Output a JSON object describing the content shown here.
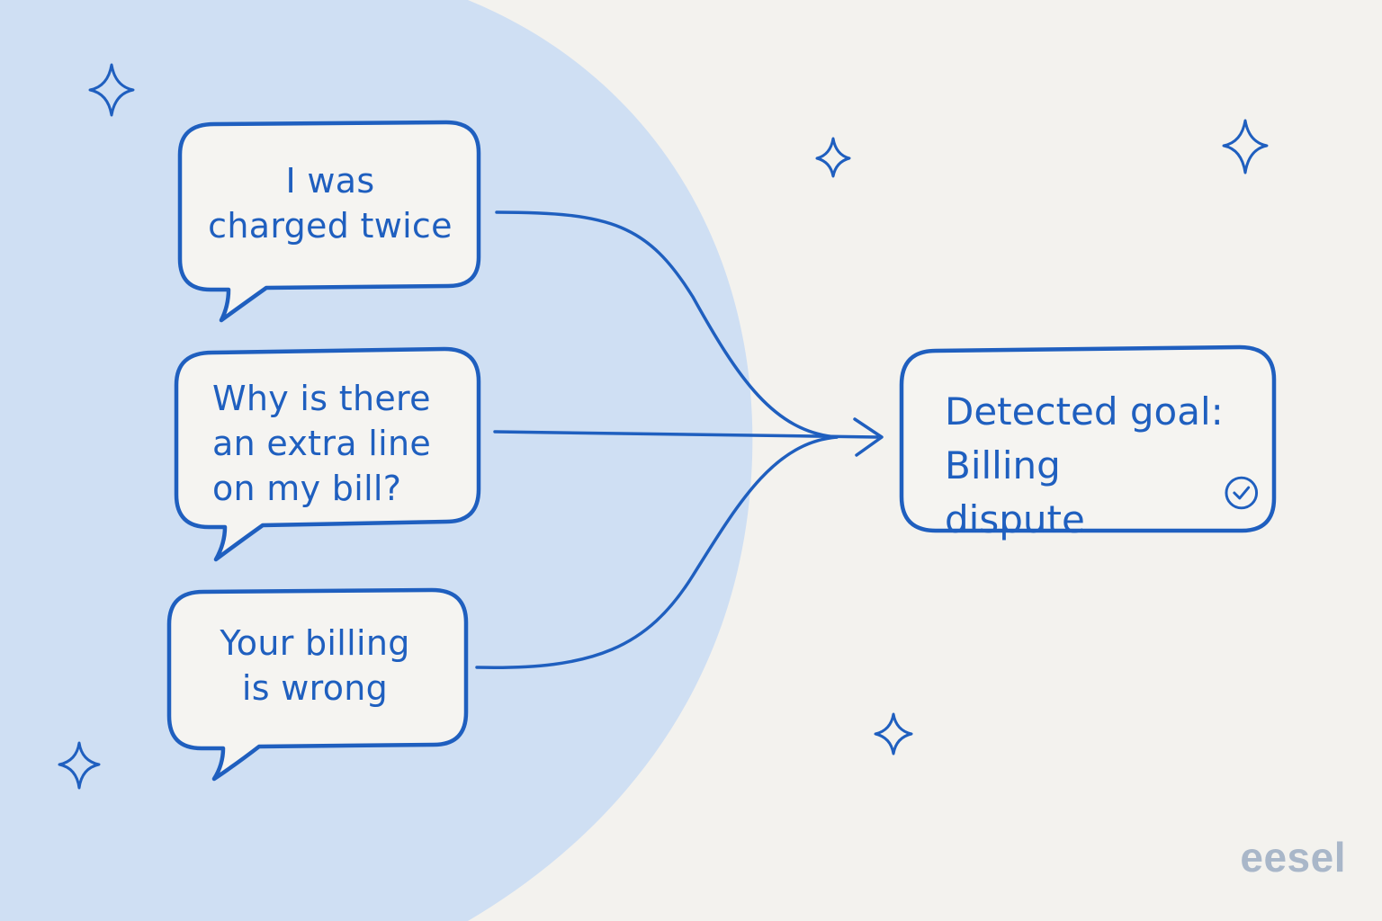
{
  "bubbles": [
    {
      "id": "charged-twice",
      "lines": [
        "I was",
        "charged twice"
      ]
    },
    {
      "id": "extra-line",
      "lines": [
        "Why is there",
        "an extra line",
        "on my bill?"
      ]
    },
    {
      "id": "billing-wrong",
      "lines": [
        "Your billing",
        "is wrong"
      ]
    }
  ],
  "goal": {
    "line1": "Detected goal:",
    "line2": "Billing dispute"
  },
  "brand": {
    "logo_text": "eesel"
  },
  "colors": {
    "accent": "#1f5fbf",
    "left_panel": "#cfdff3",
    "background": "#f3f2ee",
    "bubble_fill": "#f5f4f1",
    "brand": "#a9b7c9"
  },
  "icons": {
    "sparkle": "sparkle-icon",
    "check": "check-circle-icon"
  }
}
